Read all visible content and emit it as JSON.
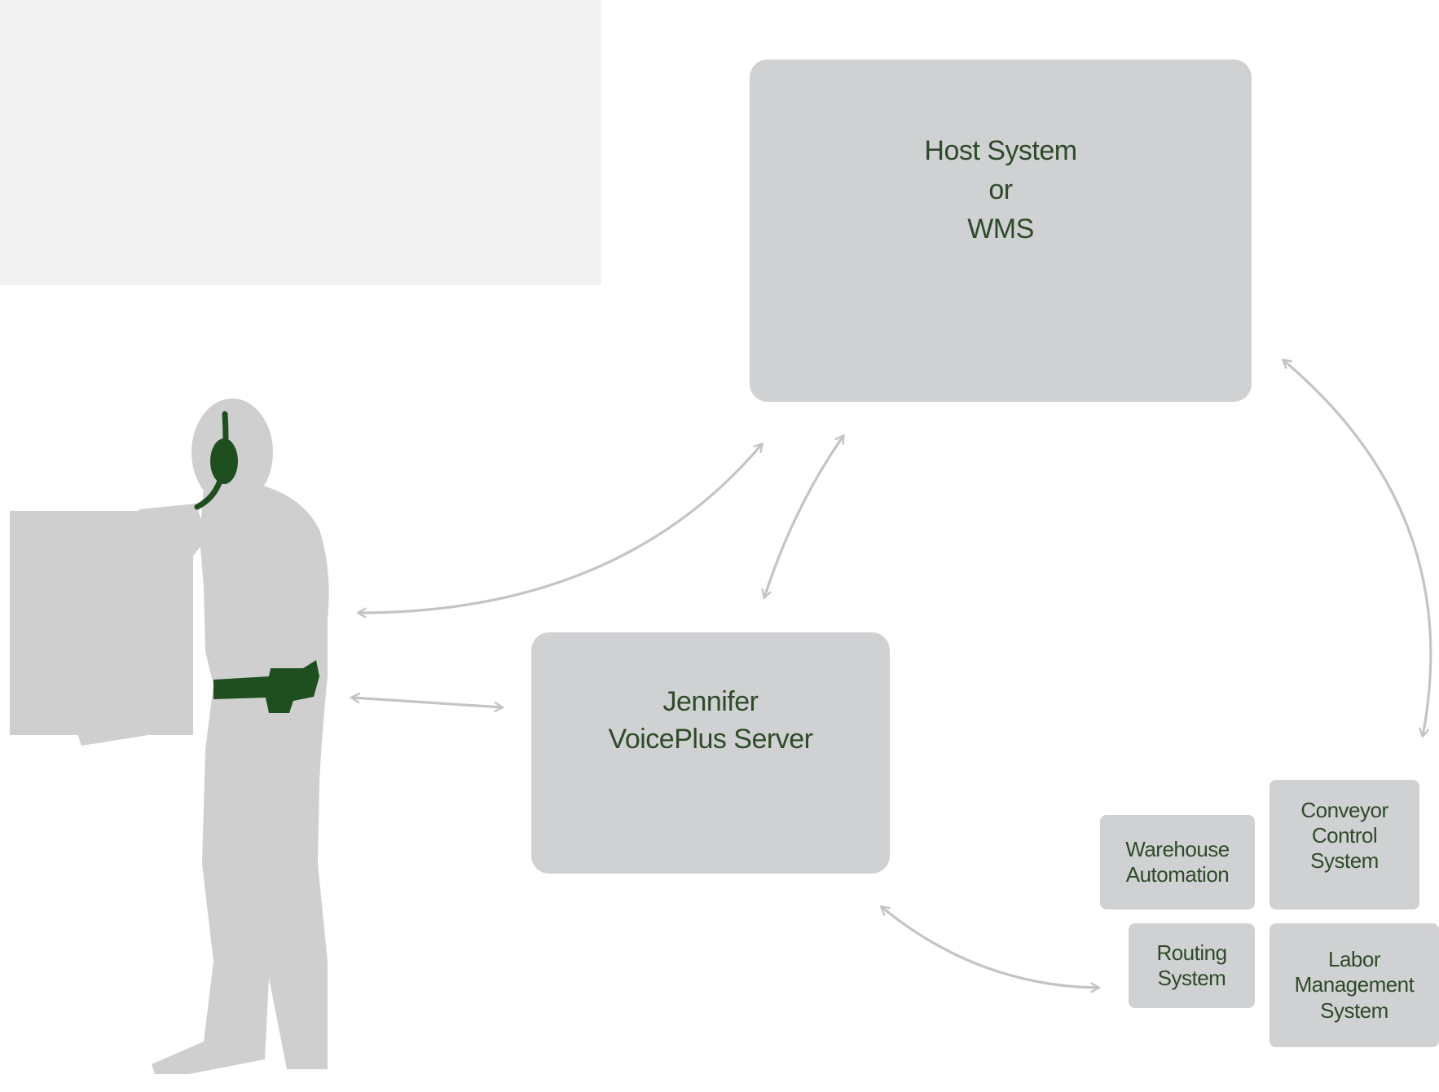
{
  "colors": {
    "panel": "#f2f2f2",
    "box": "#d0d1d3",
    "text": "#2f4a2a",
    "arrow": "#c4c4c4",
    "silhouette": "#cfcfd0",
    "headset": "#1f4f1f"
  },
  "nodes": {
    "host": {
      "lines": [
        "Host System",
        "or",
        "WMS"
      ]
    },
    "server": {
      "lines": [
        "Jennifer",
        "VoicePlus Server"
      ]
    },
    "warehouse_automation": {
      "lines": [
        "Warehouse",
        "Automation"
      ]
    },
    "conveyor_control": {
      "lines": [
        "Conveyor",
        "Control",
        "System"
      ]
    },
    "routing": {
      "lines": [
        "Routing",
        "System"
      ]
    },
    "labor_management": {
      "lines": [
        "Labor",
        "Management",
        "System"
      ]
    }
  },
  "edges": [
    {
      "from": "worker",
      "to": "host",
      "direction": "both"
    },
    {
      "from": "server",
      "to": "host",
      "direction": "both"
    },
    {
      "from": "worker",
      "to": "server",
      "direction": "both"
    },
    {
      "from": "host",
      "to": "subsystems",
      "direction": "both"
    },
    {
      "from": "server",
      "to": "subsystems",
      "direction": "both"
    }
  ],
  "figure": {
    "icon": "worker-with-headset-icon"
  }
}
